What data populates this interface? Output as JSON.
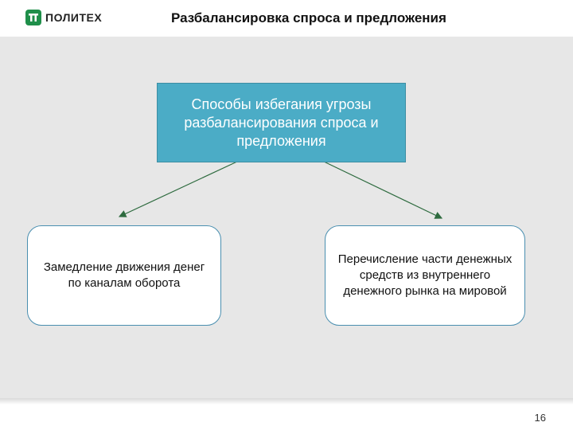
{
  "header": {
    "logo_text": "ПОЛИТЕХ",
    "title": "Разбалансировка спроса и предложения"
  },
  "diagram": {
    "root": "Способы избегания угрозы разбалансирования спроса и предложения",
    "branches": [
      "Замедление движения денег по каналам оборота",
      "Перечисление части денежных средств из внутреннего денежного рынка на мировой"
    ],
    "colors": {
      "root_fill": "#4bacc6",
      "arrow": "#2e6b3f",
      "background": "#e7e7e7"
    }
  },
  "footer": {
    "page_number": "16"
  }
}
